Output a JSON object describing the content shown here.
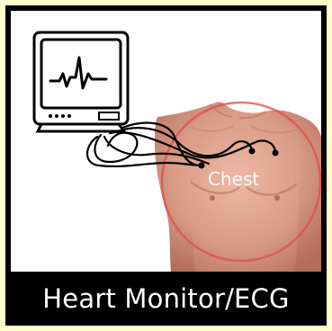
{
  "caption": "Heart Monitor/ECG",
  "chest_label": "Chest",
  "icons": {
    "monitor": "ecg-monitor-icon",
    "torso": "chest-torso-illustration",
    "electrode_leads": "electrode-leads-icon"
  },
  "colors": {
    "outer_frame": "#ffffcc",
    "inner_frame": "#000000",
    "panel_background": "#ffffff",
    "caption_text": "#ffffff",
    "target_circle": "#e34b4b",
    "skin": "#d79a86"
  }
}
